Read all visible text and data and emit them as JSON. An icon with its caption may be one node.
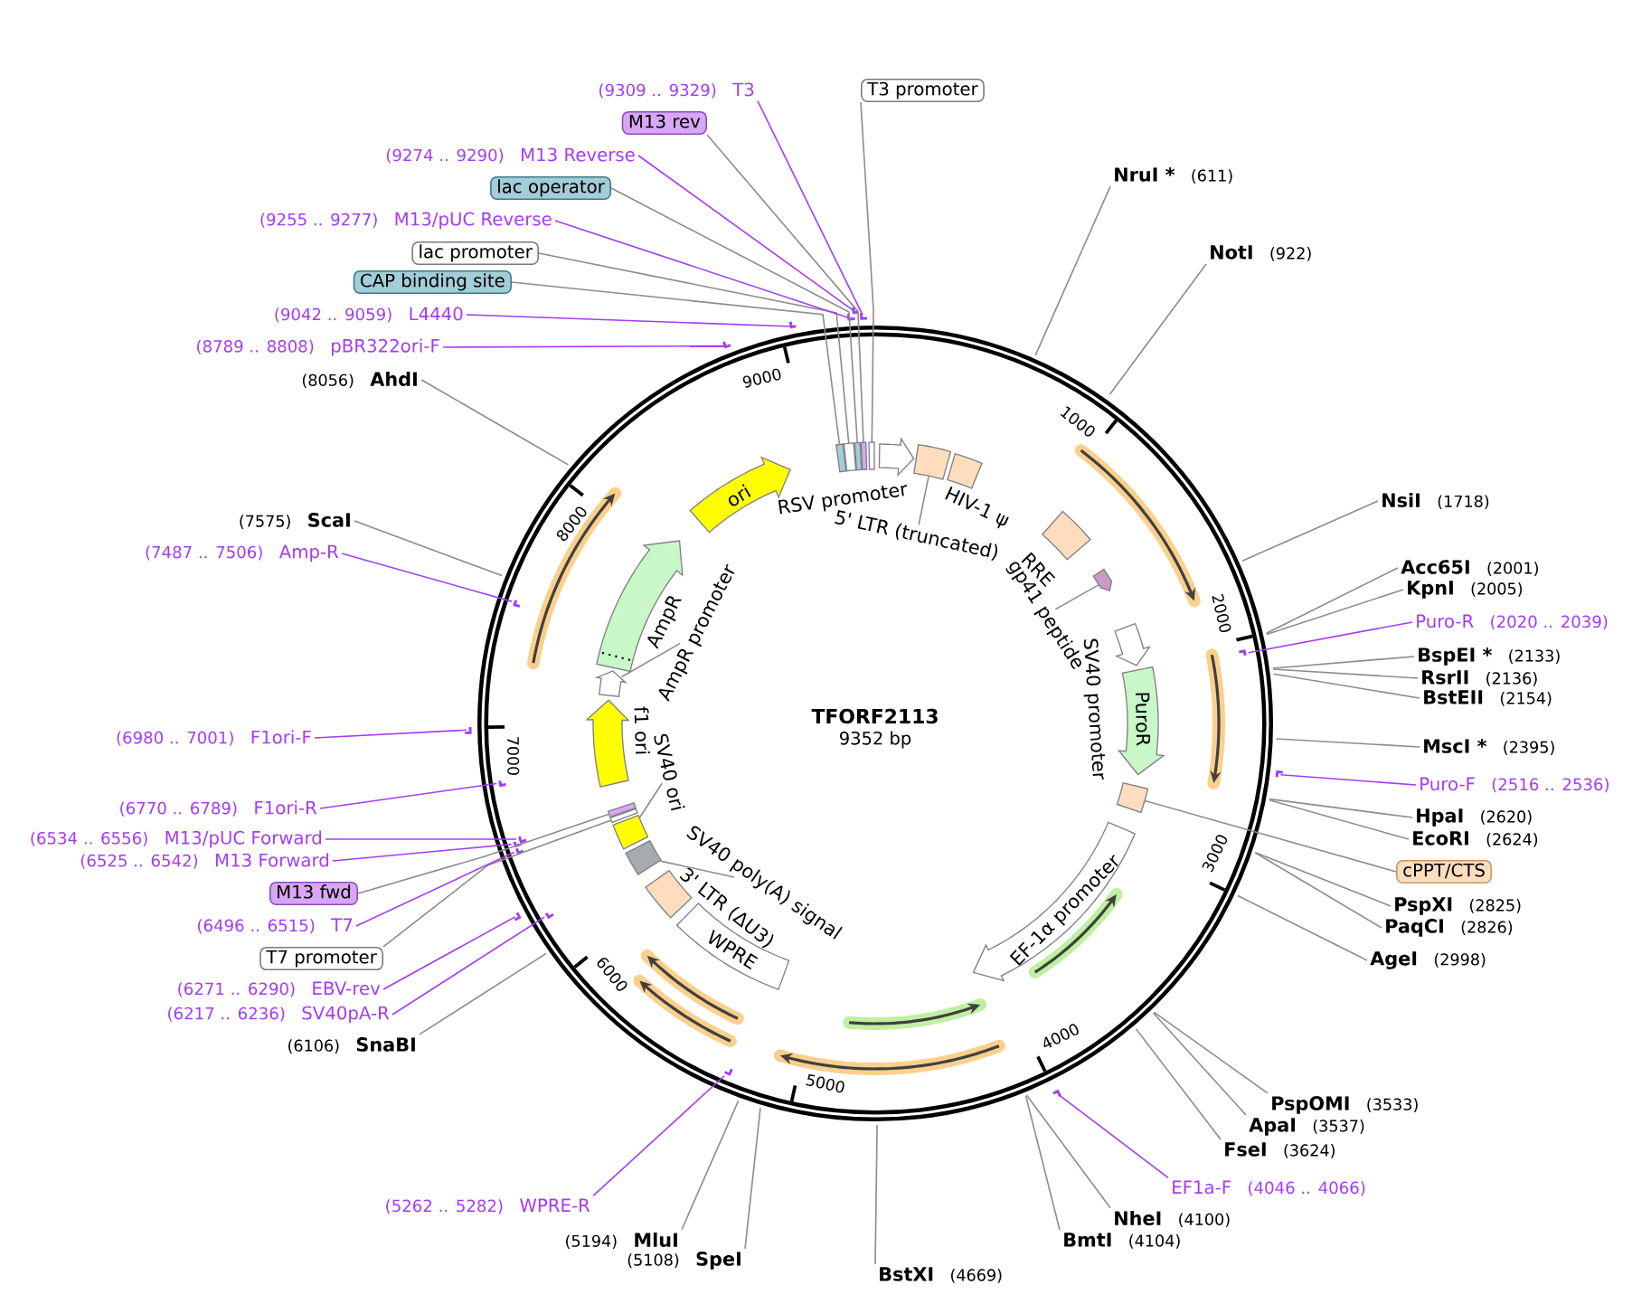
{
  "diagram": {
    "title": "TFORF2113",
    "nodes": [
      {
        "text": [
          "T3 promoter"
        ]
      },
      {
        "text": [
          "NruI *",
          "(611)"
        ]
      },
      {
        "text": [
          "NotI",
          "(922)"
        ]
      },
      {
        "text": [
          "NsiI",
          "(1718)"
        ]
      },
      {
        "text": [
          "Acc65I",
          "(2001)"
        ]
      },
      {
        "text": [
          "KpnI",
          "(2005)"
        ]
      },
      {
        "text": [
          "Puro-R",
          "(2020 .. 2039)"
        ]
      },
      {
        "text": [
          "BspEI *",
          "(2133)"
        ]
      },
      {
        "text": [
          "RsrII",
          "(2136)"
        ]
      },
      {
        "text": [
          "BstEII",
          "(2154)"
        ]
      },
      {
        "text": [
          "MscI *",
          "(2395)"
        ]
      },
      {
        "text": [
          "Puro-F",
          "(2516 .. 2536)"
        ]
      },
      {
        "text": [
          "HpaI",
          "(2620)"
        ]
      },
      {
        "text": [
          "EcoRI",
          "(2624)"
        ]
      },
      {
        "text": [
          "cPPT/CTS"
        ]
      },
      {
        "text": [
          "PspXI",
          "(2825)"
        ]
      },
      {
        "text": [
          "PaqCI",
          "(2826)"
        ]
      },
      {
        "text": [
          "AgeI",
          "(2998)"
        ]
      },
      {
        "text": [
          "PspOMI",
          "(3533)"
        ]
      },
      {
        "text": [
          "ApaI",
          "(3537)"
        ]
      },
      {
        "text": [
          "FseI",
          "(3624)"
        ]
      },
      {
        "text": [
          "EF1a-F",
          "(4046 .. 4066)"
        ]
      },
      {
        "text": [
          "NheI",
          "(4100)"
        ]
      },
      {
        "text": [
          "BmtI",
          "(4104)"
        ]
      },
      {
        "text": [
          "BstXI",
          "(4669)"
        ]
      },
      {
        "text": [
          "(5108)",
          "SpeI"
        ]
      },
      {
        "text": [
          "(5194)",
          "MluI"
        ]
      },
      {
        "text": [
          "(5262 .. 5282)",
          "WPRE-R"
        ]
      },
      {
        "text": [
          "(6106)",
          "SnaBI"
        ]
      },
      {
        "text": [
          "(6217 .. 6236)",
          "SV40pA-R"
        ]
      },
      {
        "text": [
          "(6271 .. 6290)",
          "EBV-rev"
        ]
      },
      {
        "text": [
          "T7 promoter"
        ]
      },
      {
        "text": [
          "(6496 .. 6515)",
          "T7"
        ]
      },
      {
        "text": [
          "M13 fwd"
        ]
      },
      {
        "text": [
          "(6525 .. 6542)",
          "M13 Forward"
        ]
      },
      {
        "text": [
          "(6534 .. 6556)",
          "M13/pUC Forward"
        ]
      },
      {
        "text": [
          "(6770 .. 6789)",
          "F1ori-R"
        ]
      },
      {
        "text": [
          "(6980 .. 7001)",
          "F1ori-F"
        ]
      },
      {
        "text": [
          "(7487 .. 7506)",
          "Amp-R"
        ]
      },
      {
        "text": [
          "(7575)",
          "ScaI"
        ]
      },
      {
        "text": [
          "(8056)",
          "AhdI"
        ]
      },
      {
        "text": [
          "(8789 .. 8808)",
          "pBR322ori-F"
        ]
      },
      {
        "text": [
          "(9042 .. 9059)",
          "L4440"
        ]
      },
      {
        "text": [
          "CAP binding site"
        ]
      },
      {
        "text": [
          "lac promoter"
        ]
      },
      {
        "text": [
          "(9255 .. 9277)",
          "M13/pUC Reverse"
        ]
      },
      {
        "text": [
          "lac operator"
        ]
      },
      {
        "text": [
          "(9274 .. 9290)",
          "M13 Reverse"
        ]
      },
      {
        "text": [
          "M13 rev"
        ]
      },
      {
        "text": [
          "(9309 .. 9329)",
          "T3"
        ]
      },
      {
        "text": [
          "RSV promoter"
        ]
      },
      {
        "text": [],
        "shape": "box"
      },
      {
        "text": [
          "HIV-1 ψ"
        ]
      },
      {
        "text": [
          "RRE"
        ]
      },
      {
        "text": [],
        "shape": "arrow"
      },
      {
        "text": [
          "SV40 promoter"
        ]
      },
      {
        "text": [
          "PuroR"
        ]
      },
      {
        "text": [],
        "shape": "box"
      },
      {
        "text": [
          "EF-1α promoter"
        ]
      },
      {
        "text": [
          "WPRE"
        ]
      },
      {
        "text": [
          "3' LTR (ΔU3)"
        ]
      },
      {
        "text": [],
        "shape": "box"
      },
      {
        "text": [],
        "shape": "box"
      },
      {
        "text": [],
        "shape": "box"
      },
      {
        "text": [],
        "shape": "box"
      },
      {
        "text": [
          "f1 ori"
        ]
      },
      {
        "text": [],
        "shape": "arrow"
      },
      {
        "text": [
          "AmpR"
        ]
      },
      {
        "text": [
          "ori"
        ]
      },
      {
        "text": [],
        "shape": "box"
      },
      {
        "text": [],
        "shape": "box"
      },
      {
        "text": [],
        "shape": "box"
      },
      {
        "text": [],
        "shape": "box"
      },
      {
        "text": [],
        "shape": "box"
      },
      {
        "text": [
          "5' LTR (truncated)"
        ]
      },
      {
        "text": [
          "gp41 peptide"
        ]
      },
      {
        "text": [
          "SV40 poly(A) signal"
        ]
      },
      {
        "text": [
          "SV40 ori"
        ]
      },
      {
        "text": [
          "AmpR promoter"
        ]
      },
      {
        "text": [],
        "shape": "bar"
      },
      {
        "text": [],
        "shape": "bar"
      },
      {
        "text": [],
        "shape": "bar"
      },
      {
        "text": [],
        "shape": "bar"
      },
      {
        "text": [],
        "shape": "bar"
      },
      {
        "text": [],
        "shape": "bar"
      },
      {
        "text": [],
        "shape": "bar"
      },
      {
        "text": [],
        "shape": "bar"
      },
      {
        "text": [],
        "shape": "bar"
      },
      {
        "text": [],
        "shape": "bar"
      },
      {
        "text": [],
        "shape": "bar"
      },
      {
        "text": [],
        "shape": "bar"
      },
      {
        "text": [],
        "shape": "bar"
      },
      {
        "text": [],
        "shape": "bar"
      },
      {
        "text": [],
        "shape": "bar"
      },
      {
        "text": [],
        "shape": "bar"
      },
      {
        "text": [],
        "shape": "bar"
      }
    ],
    "edges": [
      {
        "from": 0,
        "to": 73,
        "arrow": "none"
      },
      {
        "from": 1,
        "to": null,
        "arrow": "none"
      },
      {
        "from": 2,
        "to": null,
        "arrow": "none"
      },
      {
        "from": 3,
        "to": null,
        "arrow": "none"
      },
      {
        "from": 4,
        "to": null,
        "arrow": "none"
      },
      {
        "from": 5,
        "to": null,
        "arrow": "none"
      },
      {
        "from": 6,
        "to": 79,
        "arrow": "none",
        "color": "#a43cf5"
      },
      {
        "from": 7,
        "to": null,
        "arrow": "none"
      },
      {
        "from": 8,
        "to": null,
        "arrow": "none"
      },
      {
        "from": 9,
        "to": null,
        "arrow": "none"
      },
      {
        "from": 10,
        "to": null,
        "arrow": "none"
      },
      {
        "from": 11,
        "to": 80,
        "arrow": "none",
        "color": "#a43cf5"
      },
      {
        "from": 12,
        "to": null,
        "arrow": "none"
      },
      {
        "from": 13,
        "to": null,
        "arrow": "none"
      },
      {
        "from": 14,
        "to": 57,
        "arrow": "none"
      },
      {
        "from": 15,
        "to": null,
        "arrow": "none"
      },
      {
        "from": 16,
        "to": null,
        "arrow": "none"
      },
      {
        "from": 17,
        "to": null,
        "arrow": "none"
      },
      {
        "from": 18,
        "to": null,
        "arrow": "none"
      },
      {
        "from": 19,
        "to": null,
        "arrow": "none"
      },
      {
        "from": 20,
        "to": null,
        "arrow": "none"
      },
      {
        "from": 21,
        "to": 81,
        "arrow": "none",
        "color": "#a43cf5"
      },
      {
        "from": 22,
        "to": null,
        "arrow": "none"
      },
      {
        "from": 23,
        "to": null,
        "arrow": "none"
      },
      {
        "from": 24,
        "to": null,
        "arrow": "none"
      },
      {
        "from": 25,
        "to": null,
        "arrow": "none"
      },
      {
        "from": 26,
        "to": null,
        "arrow": "none"
      },
      {
        "from": 27,
        "to": 82,
        "arrow": "none",
        "color": "#a43cf5"
      },
      {
        "from": 28,
        "to": null,
        "arrow": "none"
      },
      {
        "from": 29,
        "to": 83,
        "arrow": "none",
        "color": "#a43cf5"
      },
      {
        "from": 30,
        "to": 84,
        "arrow": "none",
        "color": "#a43cf5"
      },
      {
        "from": 31,
        "to": 63,
        "arrow": "none"
      },
      {
        "from": 32,
        "to": 85,
        "arrow": "none",
        "color": "#a43cf5"
      },
      {
        "from": 33,
        "to": 64,
        "arrow": "none"
      },
      {
        "from": 34,
        "to": 86,
        "arrow": "none",
        "color": "#a43cf5"
      },
      {
        "from": 35,
        "to": 87,
        "arrow": "none",
        "color": "#a43cf5"
      },
      {
        "from": 36,
        "to": 88,
        "arrow": "none",
        "color": "#a43cf5"
      },
      {
        "from": 37,
        "to": 89,
        "arrow": "none",
        "color": "#a43cf5"
      },
      {
        "from": 38,
        "to": 90,
        "arrow": "none",
        "color": "#a43cf5"
      },
      {
        "from": 39,
        "to": null,
        "arrow": "none"
      },
      {
        "from": 40,
        "to": null,
        "arrow": "none"
      },
      {
        "from": 41,
        "to": 91,
        "arrow": "none",
        "color": "#a43cf5"
      },
      {
        "from": 42,
        "to": 92,
        "arrow": "none",
        "color": "#a43cf5"
      },
      {
        "from": 43,
        "to": 69,
        "arrow": "none"
      },
      {
        "from": 44,
        "to": 70,
        "arrow": "none"
      },
      {
        "from": 45,
        "to": 93,
        "arrow": "none",
        "color": "#a43cf5"
      },
      {
        "from": 46,
        "to": 71,
        "arrow": "none"
      },
      {
        "from": 47,
        "to": 94,
        "arrow": "none",
        "color": "#a43cf5"
      },
      {
        "from": 48,
        "to": 72,
        "arrow": "none"
      },
      {
        "from": 49,
        "to": 95,
        "arrow": "none",
        "color": "#a43cf5"
      },
      {
        "from": 74,
        "to": 51,
        "arrow": "none"
      },
      {
        "from": 75,
        "to": 54,
        "arrow": "none"
      },
      {
        "from": 76,
        "to": 61,
        "arrow": "none"
      },
      {
        "from": 77,
        "to": 62,
        "arrow": "none"
      },
      {
        "from": 78,
        "to": 66,
        "arrow": "none"
      }
    ],
    "labels": [
      "9352 bp",
      "1000",
      "2000",
      "3000",
      "4000",
      "5000",
      "6000",
      "7000",
      "8000",
      "9000"
    ]
  }
}
